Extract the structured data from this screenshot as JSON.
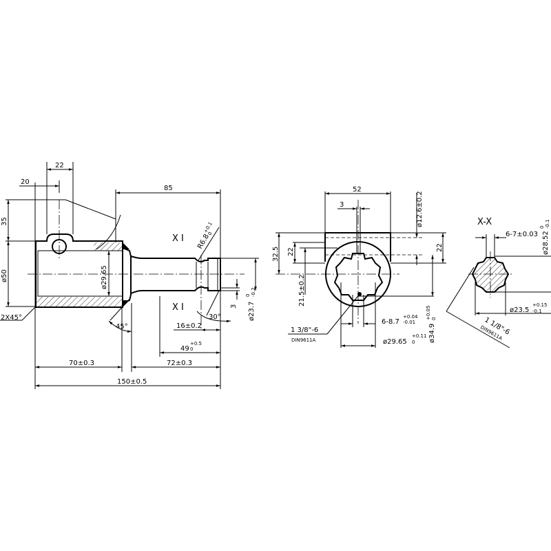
{
  "side_view": {
    "dim_22": "22",
    "dim_20": "20",
    "dim_85": "85",
    "dim_35": "35",
    "dim_d50": "ø50",
    "dim_d29_65": "ø29.65",
    "section_mark_top": "X I",
    "section_mark_bottom": "X I",
    "radius": {
      "value": "R6.8",
      "upper": "+0.1",
      "lower": "0"
    },
    "chamfer": "2X45°",
    "angle_45": "45°",
    "angle_30": "30°",
    "dim_3": "3",
    "dim_d23_7": {
      "value": "ø23.7",
      "upper": "0",
      "lower": "-0.2"
    },
    "dim_16": "16±0.2",
    "dim_49": {
      "value": "49",
      "upper": "+0.5",
      "lower": "0"
    },
    "dim_70": "70±0.3",
    "dim_72": "72±0.3",
    "dim_150": "150±0.5"
  },
  "end_view": {
    "dim_52": "52",
    "dim_3": "3",
    "dim_d12_6": "ø12.6±0.2",
    "dim_32_5": "32.5",
    "dim_22_left": "22",
    "dim_22_right": "22",
    "dim_21_5": "21.5±0.2",
    "spline": "1 3/8\"-6",
    "standard": "DIN9611A",
    "dim_6_8_7": {
      "value": "6-8.7",
      "upper": "+0.04",
      "lower": "-0.01"
    },
    "dim_d34_9": {
      "value": "ø34.9",
      "upper": "+0.05",
      "lower": "0"
    },
    "dim_d29_65": {
      "value": "ø29.65",
      "upper": "+0.11",
      "lower": "0"
    }
  },
  "section_view": {
    "title": "X-X",
    "dim_6_7": "6-7±0.03",
    "dim_d28_52": {
      "value": "ø28.52",
      "upper": "0",
      "lower": "-0.1"
    },
    "dim_d23_5": {
      "value": "ø23.5",
      "upper": "+0.15",
      "lower": "-0.1"
    },
    "spline": "1 1/8\"-6",
    "standard": "DIN9611A"
  }
}
